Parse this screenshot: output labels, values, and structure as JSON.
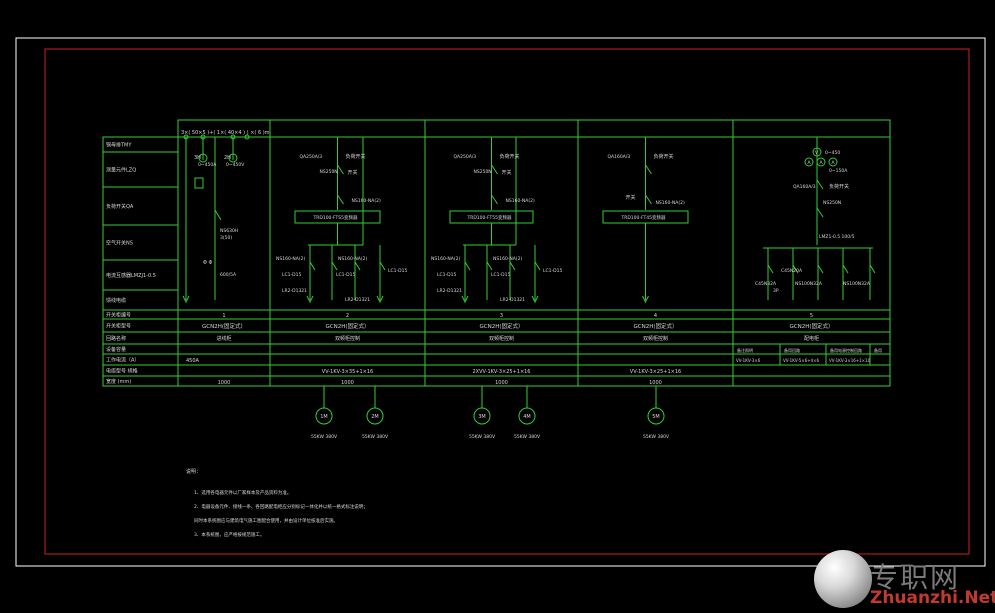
{
  "colors": {
    "background": "#000000",
    "line": "#33cc33",
    "label": "#d8d8d8",
    "frame_outer": "#ffffff",
    "frame_inner": "#cc1f1f",
    "watermark_red": "#c23a2f"
  },
  "header": {
    "busbar_label": "3×( 50×5 )+( 1×( 40×4 ) ) ×( 6 )m"
  },
  "row_labels": [
    "铜母排TMY",
    "测量元件LZQ",
    "负荷开关QA",
    "空气开关NS",
    "电流互感器LMZJ1-0.5",
    "馈线电缆",
    "开关柜编号",
    "开关柜型号",
    "回路名称",
    "设备容量",
    "工作电流（A）",
    "电缆型号 规格",
    "宽度 (mm)"
  ],
  "cabinets": [
    {
      "number": "1",
      "model": "GCN2H(固定式）",
      "circuit": "进线柜",
      "current": "450A",
      "cable": "",
      "width": "1000",
      "components": [
        "3H",
        "0~450A",
        "2H",
        "0~450V",
        "NS630H",
        "3(50)",
        "Φ Φ",
        "600/5A"
      ],
      "motors": []
    },
    {
      "number": "2",
      "model": "GCN2H(固定式）",
      "circuit": "双频柜控制",
      "current": "",
      "cable": "VV-1KV-3×35+1×16",
      "width": "1000",
      "components": [
        "QA250A/3",
        "负荷开关",
        "NS250N",
        "开关",
        "NS160-NA(2)",
        "TRD100-FTS5变频器",
        "NS160-NA(2)",
        "NS160-NA(2)",
        "LC1-D15",
        "LC1-D15",
        "LC1-D15",
        "LR2-D1321",
        "LR2-D1321"
      ],
      "motors": [
        {
          "id": "1M",
          "rating": "55KW 380V"
        },
        {
          "id": "2M",
          "rating": "55KW 380V"
        }
      ]
    },
    {
      "number": "3",
      "model": "GCN2H(固定式）",
      "circuit": "双频柜控制",
      "current": "",
      "cable": "2XVV-1KV-3×25+1×16",
      "width": "1000",
      "components": [
        "QA250A/3",
        "负荷开关",
        "NS250N",
        "开关",
        "NS160-NA(2)",
        "TRD100-FT55变频器",
        "NS160-NA(2)",
        "NS160-NA(2)",
        "LC1-D15",
        "LC1-D15",
        "LC1-D15",
        "LR2-D1321",
        "LR2-D1321"
      ],
      "motors": [
        {
          "id": "3M",
          "rating": "55KW 380V"
        },
        {
          "id": "4M",
          "rating": "55KW 380V"
        }
      ]
    },
    {
      "number": "4",
      "model": "GCN2H(固定式）",
      "circuit": "双频柜控制",
      "current": "",
      "cable": "VV-1KV-3×25+1×16",
      "width": "1000",
      "components": [
        "QA160A/3",
        "负荷开关",
        "开关",
        "NS160-NA(2)",
        "TRD100-FT45变频器"
      ],
      "motors": [
        {
          "id": "5M",
          "rating": "55KW 380V"
        }
      ]
    },
    {
      "number": "5",
      "model": "GCN2H(固定式）",
      "circuit": "配电柜",
      "current": "",
      "cable": "",
      "width": "",
      "components": [
        "V",
        "0~450",
        "A",
        "A",
        "A",
        "0~150A",
        "QA160A/3",
        "负荷开关",
        "NS250N",
        "LMZ1-0.5 100/5",
        "C45N32A",
        "3P",
        "C45N20A",
        "NS100N32A",
        "NS100N32A"
      ],
      "sub_table": {
        "headers": [
          "备注照明",
          "备用回路",
          "备用电源控制回路",
          "备用"
        ],
        "cables": [
          "VV-1KV-3×6",
          "VV-1KV-5×6+4×6",
          "VV-1KV-3×16+1×10",
          ""
        ]
      },
      "motors": []
    }
  ],
  "notes": {
    "title": "说明：",
    "items": [
      "1、选用各电器元件以厂家样本及产品资料为准。",
      "2、电器设备元件、接线一条、各回路配电柜应分别标记一体化并以统一格式标注说明；",
      "   同时本系统图应与建筑电气施工图配合使用，并由设计单位核准后实施。",
      "3、本系统图，应严格按规范施工。"
    ]
  },
  "watermark": {
    "cn": "专职网",
    "en": "Zhuanzhi.Net"
  }
}
